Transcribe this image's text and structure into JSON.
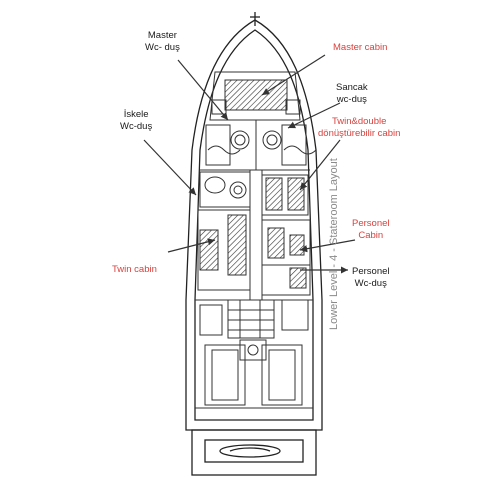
{
  "labels": {
    "master_wc": [
      "Master",
      "Wc- duş"
    ],
    "master_cabin": "Master cabin",
    "starboard_wc": [
      "Sancak",
      "wc-duş"
    ],
    "port_wc": [
      "İskele",
      "Wc-duş"
    ],
    "twin_double": [
      "Twin&double",
      "dönüştürebilir cabin"
    ],
    "crew_cabin": [
      "Personel",
      "Cabin"
    ],
    "twin_cabin": "Twin cabin",
    "crew_wc": [
      "Personel",
      "Wc-duş"
    ]
  },
  "side_title": "Lower Level - 4 - Stateroom Layout",
  "colors": {
    "red_label": "#d9413d",
    "black_label": "#1a1a1a",
    "line": "#222222"
  }
}
